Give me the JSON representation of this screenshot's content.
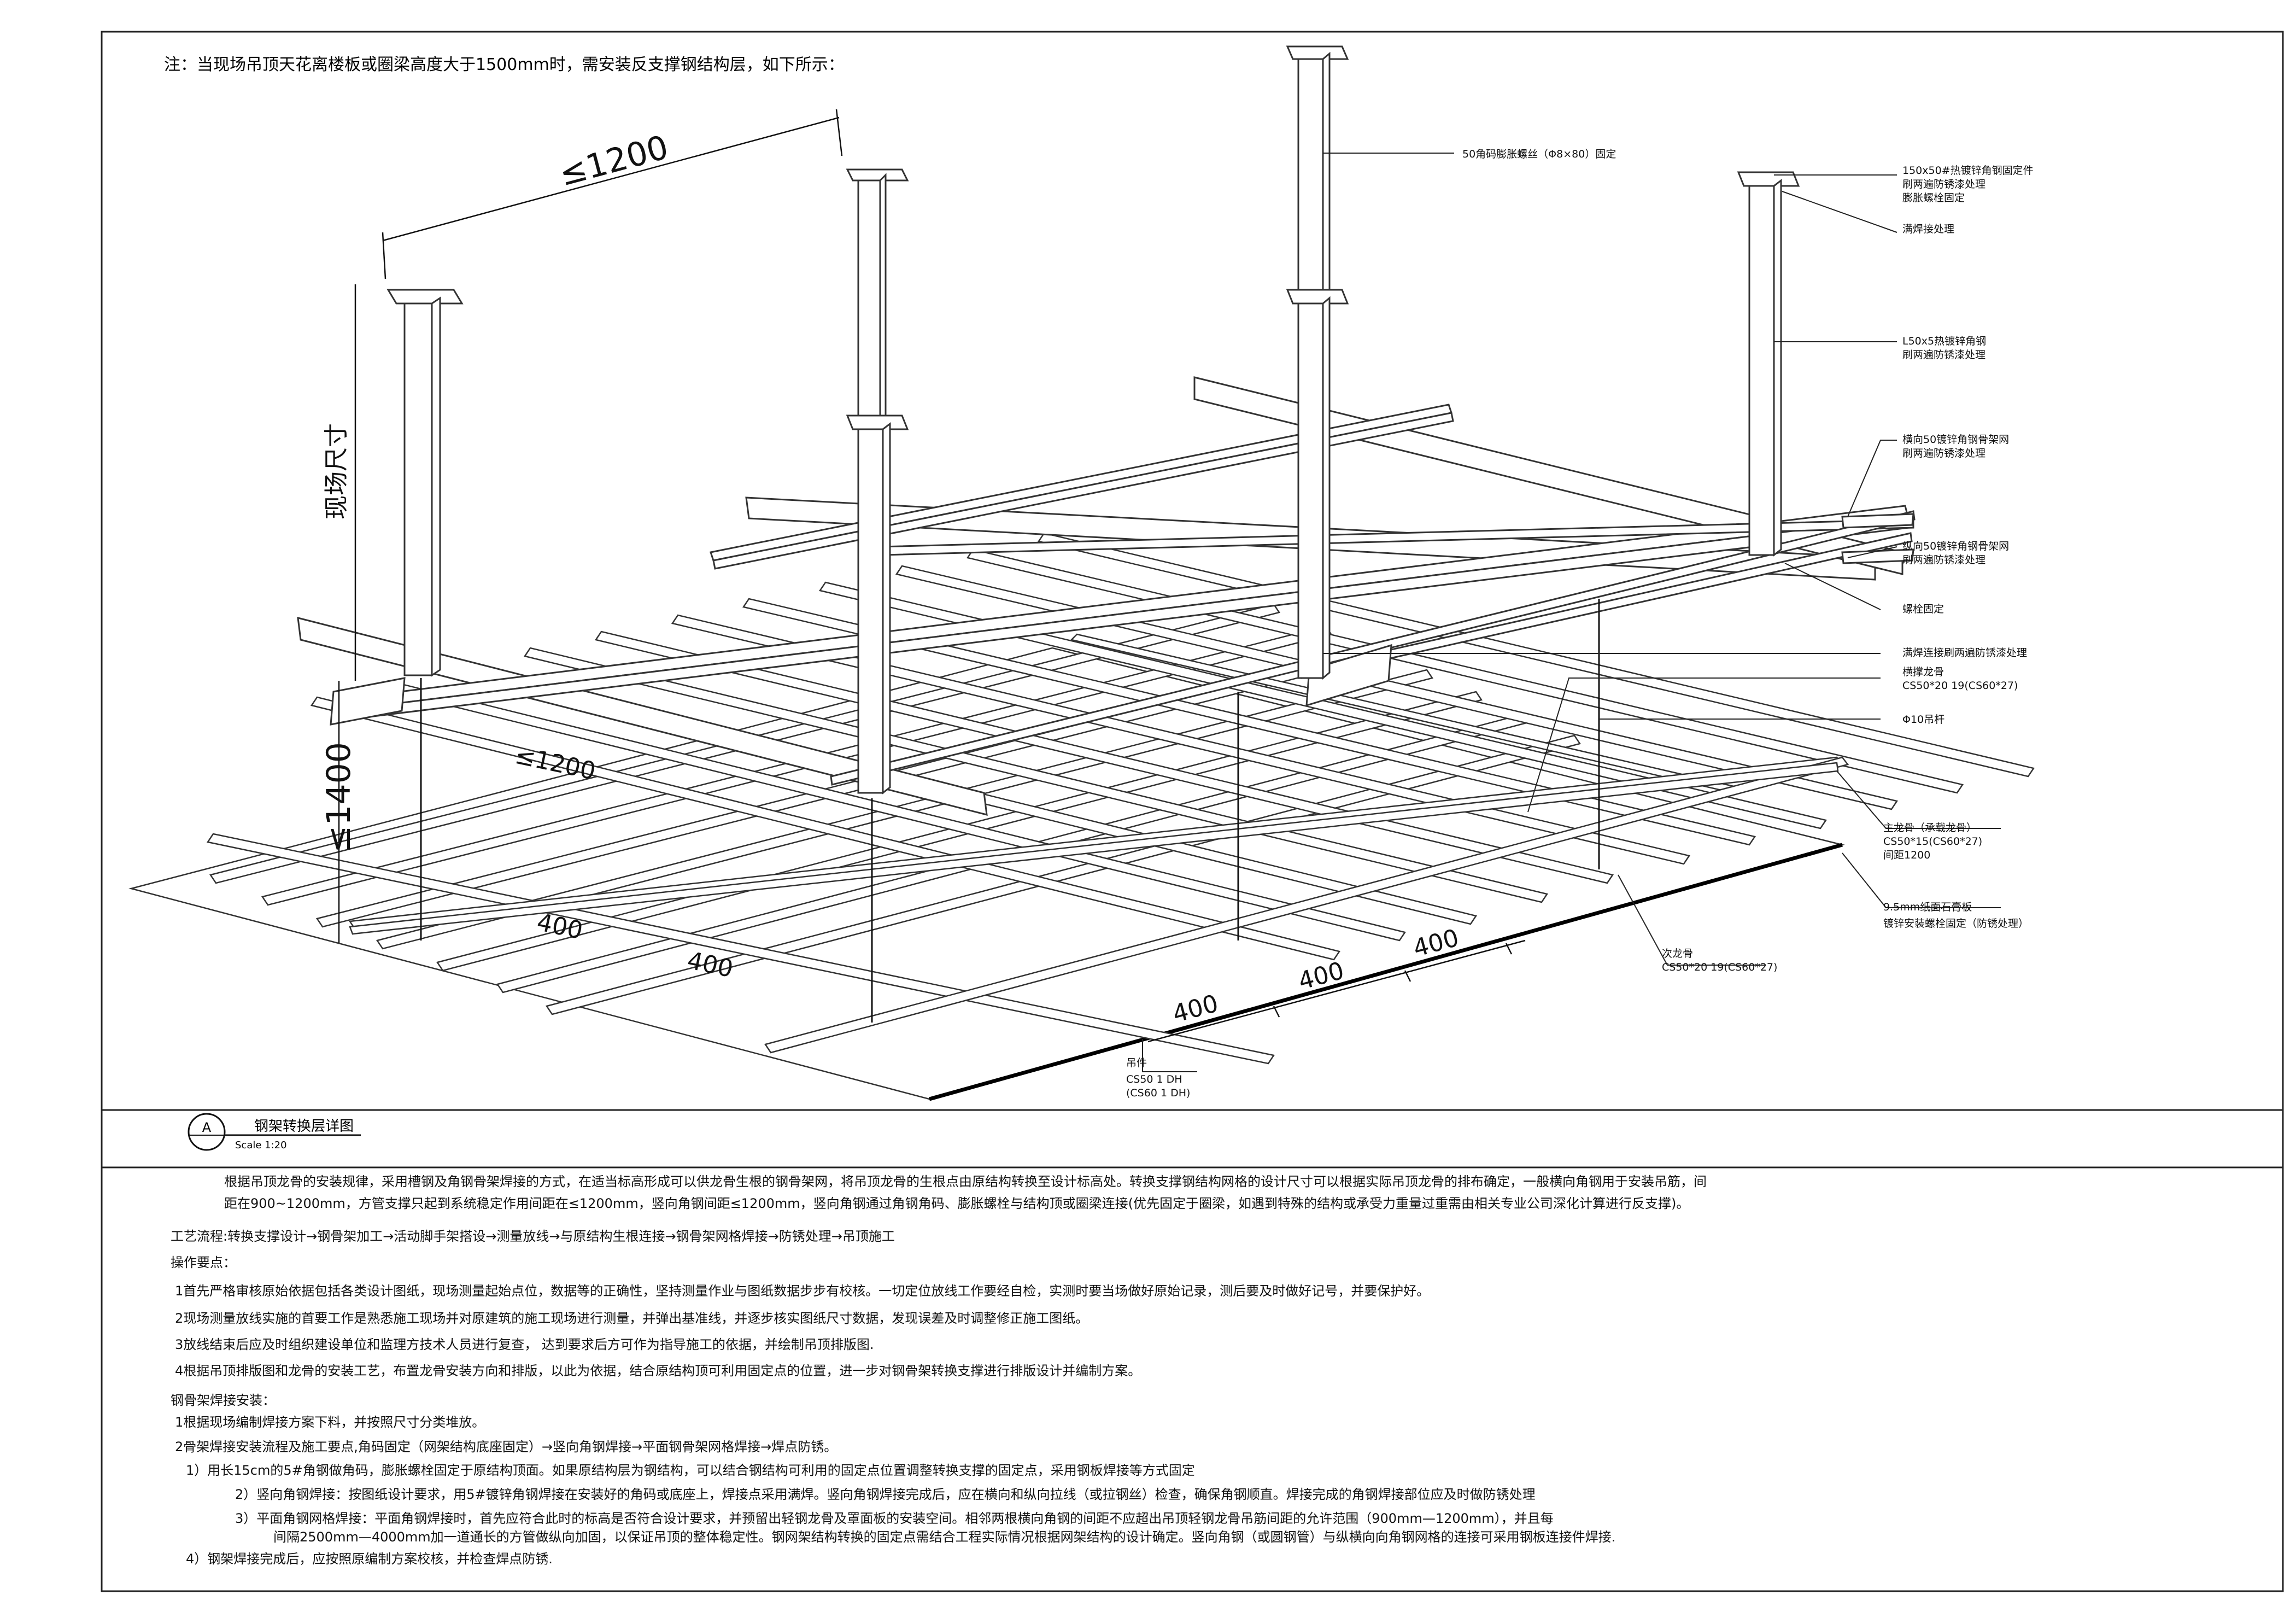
{
  "top_note": "注：当现场吊顶天花离楼板或圈梁高度大于1500mm时，需安装反支撑钢结构层，如下所示：",
  "dims": {
    "le1200_top": "≤1200",
    "le1200_mid": "≤1200",
    "le1400": "≤1400",
    "field_size": "现场尺寸",
    "d400_a": "400",
    "d400_b": "400",
    "d400_c": "400",
    "d400_d": "400",
    "d400_e": "400"
  },
  "labels": {
    "anchor_bolt": "50角码膨胀螺丝（Φ8×80）固定",
    "plate_1": "150x50#热镀锌角钢固定件",
    "plate_2": "刷两遍防锈漆处理",
    "plate_3": "膨胀螺栓固定",
    "weld_full": "满焊接处理",
    "angle_1": "L50x5热镀锌角钢",
    "angle_2": "刷两遍防锈漆处理",
    "cross_1": "横向50镀锌角钢骨架网",
    "cross_2": "刷两遍防锈漆处理",
    "long_1": "纵向50镀锌角钢骨架网",
    "long_2": "刷两遍防锈漆处理",
    "bolt_fix": "螺栓固定",
    "weld_joint": "满焊连接刷两遍防锈漆处理",
    "edge_keel_1": "横撑龙骨",
    "edge_keel_2": "CS50*20 19(CS60*27)",
    "hanger_rod": "Φ10吊杆",
    "main_keel_1": "主龙骨（承载龙骨）",
    "main_keel_2": "CS50*15(CS60*27)",
    "main_keel_3": "间距1200",
    "board_1": "9.5mm纸面石膏板",
    "board_2": "镀锌安装螺栓固定（防锈处理）",
    "sec_keel_1": "次龙骨",
    "sec_keel_2": "CS50*20 19(CS60*27)",
    "hanger_1": "吊件",
    "hanger_2": "CS50 1 DH",
    "hanger_3": "(CS60 1 DH)"
  },
  "title_block": {
    "mark": "A",
    "title": "钢架转换层详图",
    "scale": "Scale 1:20"
  },
  "notes": {
    "intro_1": "根据吊顶龙骨的安装规律，采用槽钢及角钢骨架焊接的方式，在适当标高形成可以供龙骨生根的钢骨架网，将吊顶龙骨的生根点由原结构转换至设计标高处。转换支撑钢结构网格的设计尺寸可以根据实际吊顶龙骨的排布确定，一般横向角钢用于安装吊筋，间",
    "intro_2": "距在900~1200mm，方管支撑只起到系统稳定作用间距在≤1200mm，竖向角钢间距≤1200mm，竖向角钢通过角钢角码、膨胀螺栓与结构顶或圈梁连接(优先固定于圈梁，如遇到特殊的结构或承受力重量过重需由相关专业公司深化计算进行反支撑)。",
    "process": "工艺流程:转换支撑设计→钢骨架加工→活动脚手架搭设→测量放线→与原结构生根连接→钢骨架网格焊接→防锈处理→吊顶施工",
    "key_title": "操作要点：",
    "k1": "1首先严格审核原始依据包括各类设计图纸，现场测量起始点位，数据等的正确性，坚持测量作业与图纸数据步步有校核。一切定位放线工作要经自检，实测时要当场做好原始记录，测后要及时做好记号，并要保护好。",
    "k2": "2现场测量放线实施的首要工作是熟悉施工现场并对原建筑的施工现场进行测量，并弹出基准线，并逐步核实图纸尺寸数据，发现误差及时调整修正施工图纸。",
    "k3": "3放线结束后应及时组织建设单位和监理方技术人员进行复查， 达到要求后方可作为指导施工的依据，并绘制吊顶排版图.",
    "k4": "4根据吊顶排版图和龙骨的安装工艺，布置龙骨安装方向和排版，以此为依据，结合原结构顶可利用固定点的位置，进一步对钢骨架转换支撑进行排版设计并编制方案。",
    "weld_title": "钢骨架焊接安装：",
    "w1": "1根据现场编制焊接方案下料，并按照尺寸分类堆放。",
    "w2": "2骨架焊接安装流程及施工要点,角码固定（网架结构底座固定）→竖向角钢焊接→平面钢骨架网格焊接→焊点防锈。",
    "w3": "1）用长15cm的5#角钢做角码，膨胀螺栓固定于原结构顶面。如果原结构层为钢结构，可以结合钢结构可利用的固定点位置调整转换支撑的固定点，采用钢板焊接等方式固定",
    "w4": "2）竖向角钢焊接：按图纸设计要求，用5#镀锌角钢焊接在安装好的角码或底座上，焊接点采用满焊。竖向角钢焊接完成后，应在横向和纵向拉线（或拉钢丝）检查，确保角钢顺直。焊接完成的角钢焊接部位应及时做防锈处理",
    "w5a": "3）平面角钢网格焊接：平面角钢焊接时，首先应符合此时的标高是否符合设计要求，并预留出轻钢龙骨及罩面板的安装空间。相邻两根横向角钢的间距不应超出吊顶轻钢龙骨吊筋间距的允许范围（900mm—1200mm），并且每",
    "w5b": "间隔2500mm—4000mm加一道通长的方管做纵向加固，以保证吊顶的整体稳定性。钢网架结构转换的固定点需结合工程实际情况根据网架结构的设计确定。竖向角钢（或圆钢管）与纵横向向角钢网格的连接可采用钢板连接件焊接.",
    "w6": "4）钢架焊接完成后，应按照原编制方案校核，并检查焊点防锈."
  }
}
